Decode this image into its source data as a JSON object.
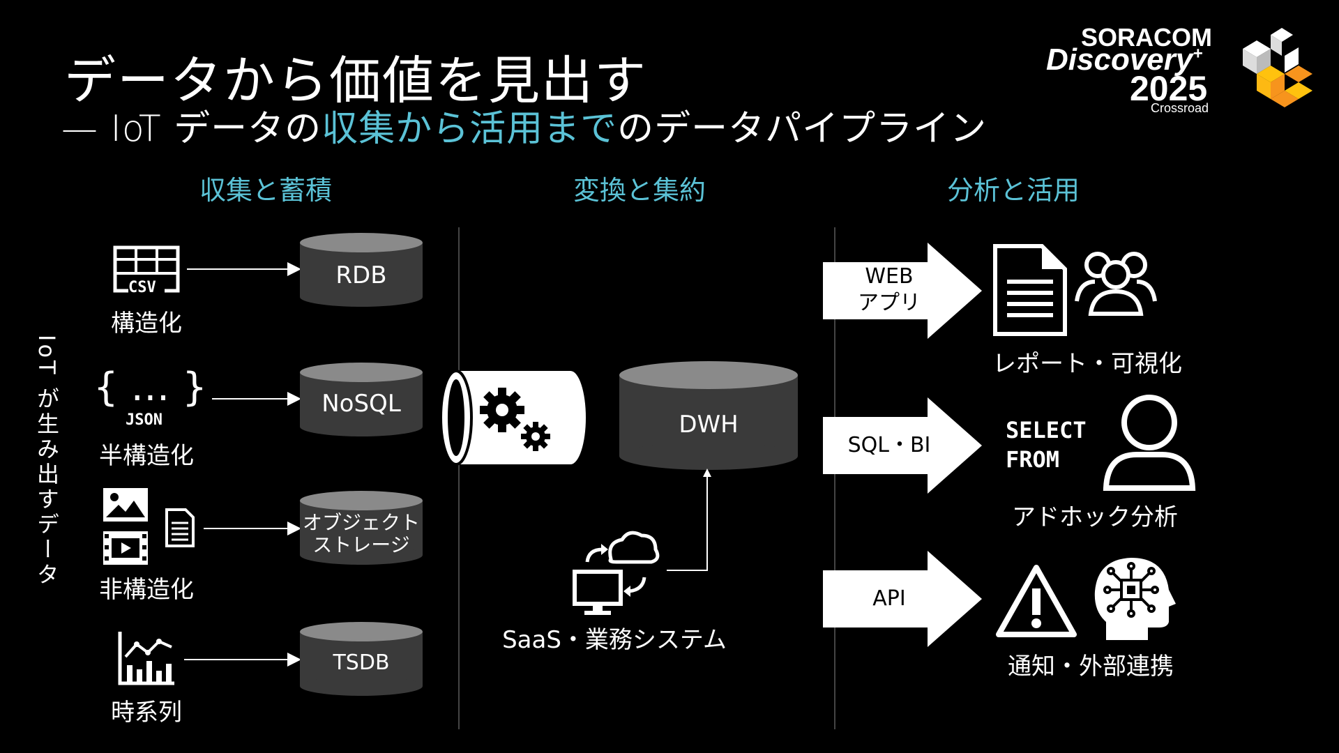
{
  "title": {
    "line1": "データから価値を見出す",
    "line2_prefix": "— IoT データの",
    "line2_highlight": "収集から活用まで",
    "line2_suffix": "のデータパイプライン"
  },
  "logo": {
    "top": "SORACOM",
    "main": "Discovery",
    "plus": "+",
    "year": "2025",
    "sub": "Crossroad"
  },
  "sections": {
    "collect": "収集と蓄積",
    "transform": "変換と集約",
    "analyze": "分析と活用"
  },
  "side_label": "IoT が生み出すデータ",
  "sources": {
    "structured": {
      "icon_text": "CSV",
      "label": "構造化"
    },
    "semi": {
      "icon_braces": "{ … }",
      "icon_text": "JSON",
      "label": "半構造化"
    },
    "unstructured": {
      "label": "非構造化"
    },
    "timeseries": {
      "label": "時系列"
    }
  },
  "stores": {
    "rdb": "RDB",
    "nosql": "NoSQL",
    "object": "オブジェクト\nストレージ",
    "tsdb": "TSDB"
  },
  "dwh": "DWH",
  "saas": "SaaS・業務システム",
  "outputs": {
    "web": {
      "arrow": "WEB\nアプリ",
      "label": "レポート・可視化"
    },
    "sql": {
      "arrow": "SQL・BI",
      "label": "アドホック分析",
      "query_line1": "SELECT",
      "query_line2": "FROM"
    },
    "api": {
      "arrow": "API",
      "label": "通知・外部連携"
    }
  },
  "colors": {
    "accent": "#5bc2d6",
    "cylinder": "#3a3a3a",
    "cylinder_top": "#8a8a8a",
    "logo_orange": "#f7941d",
    "logo_yellow": "#ffc20e"
  }
}
